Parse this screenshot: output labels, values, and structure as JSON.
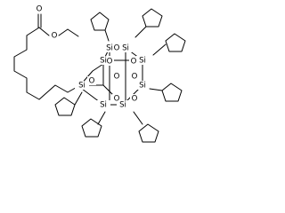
{
  "molecule": {
    "atom_labels": {
      "carbonyl_o": "O",
      "ester_o": "O",
      "si": "Si",
      "o": "O"
    },
    "substituents": "cyclopentyl",
    "counts": {
      "si": 8,
      "cyclopentyl": 7
    }
  }
}
